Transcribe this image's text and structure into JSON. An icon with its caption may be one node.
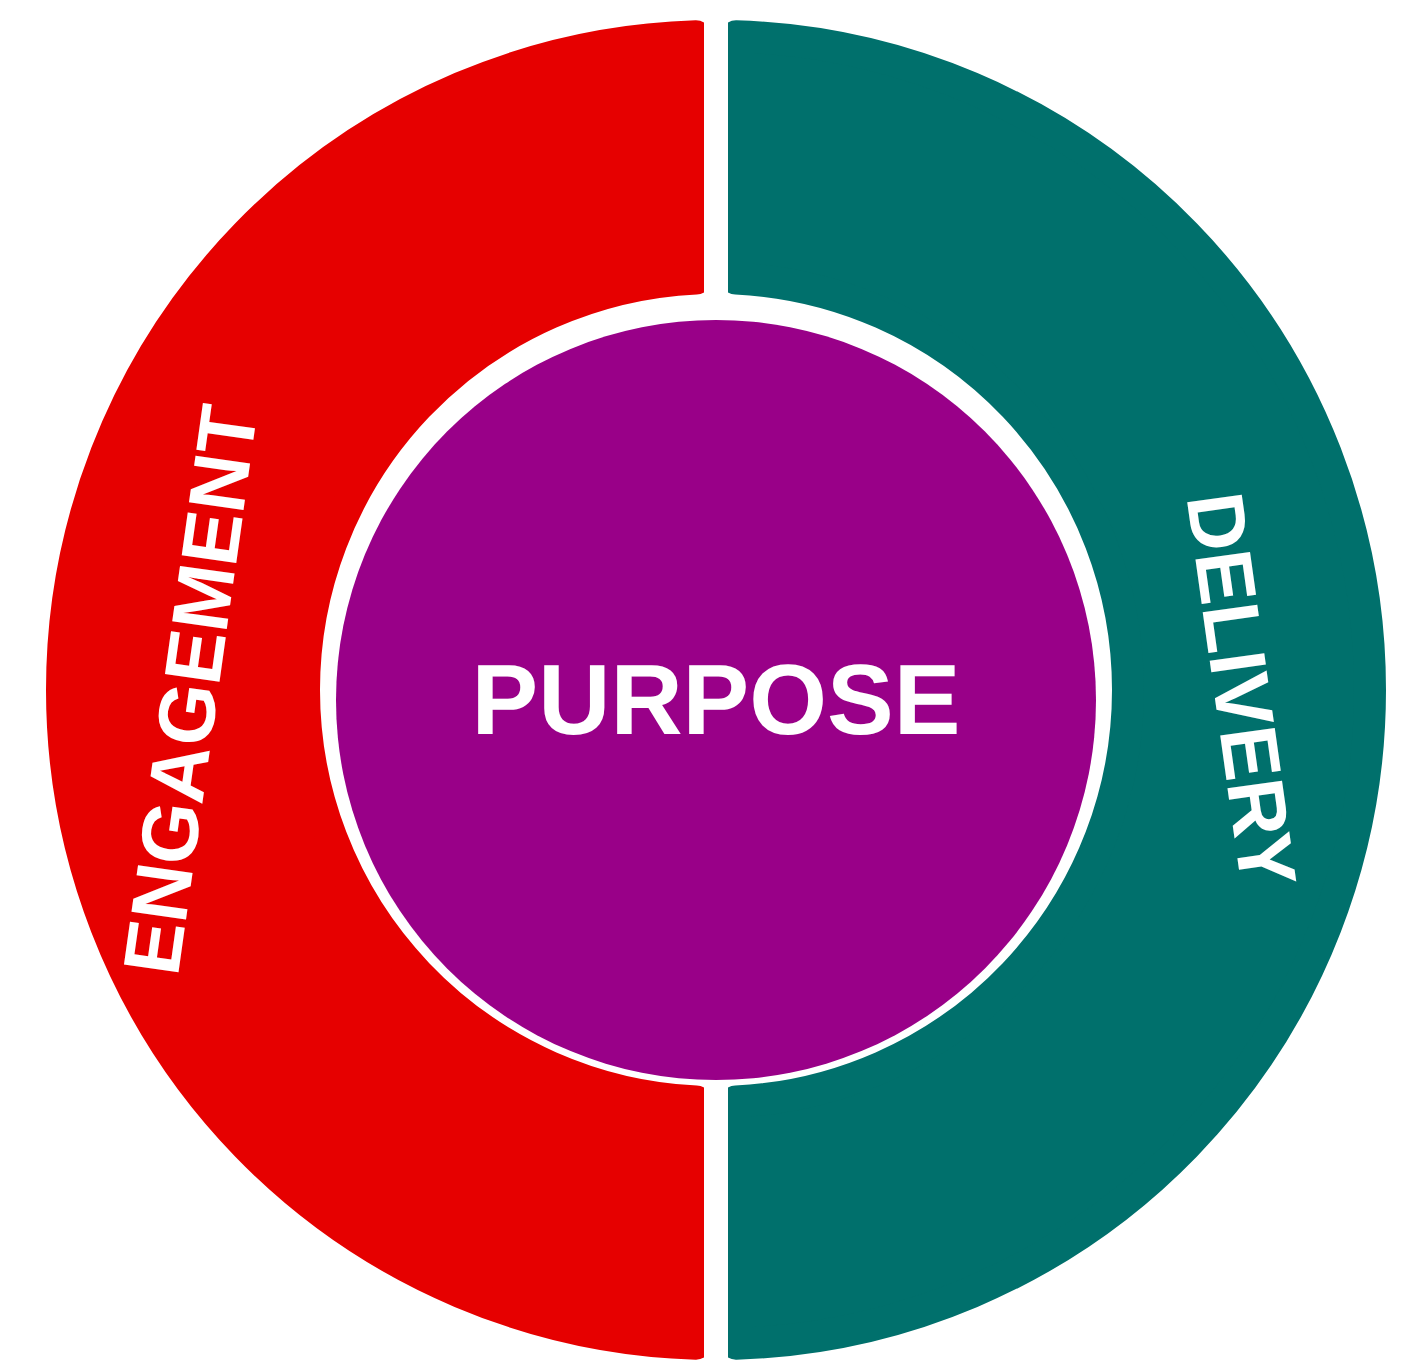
{
  "diagram": {
    "nodes": [
      {
        "text": [
          "ENGAGEMENT"
        ]
      },
      {
        "text": [
          "PURPOSE"
        ]
      },
      {
        "text": [
          "DELIVERY"
        ]
      }
    ]
  }
}
